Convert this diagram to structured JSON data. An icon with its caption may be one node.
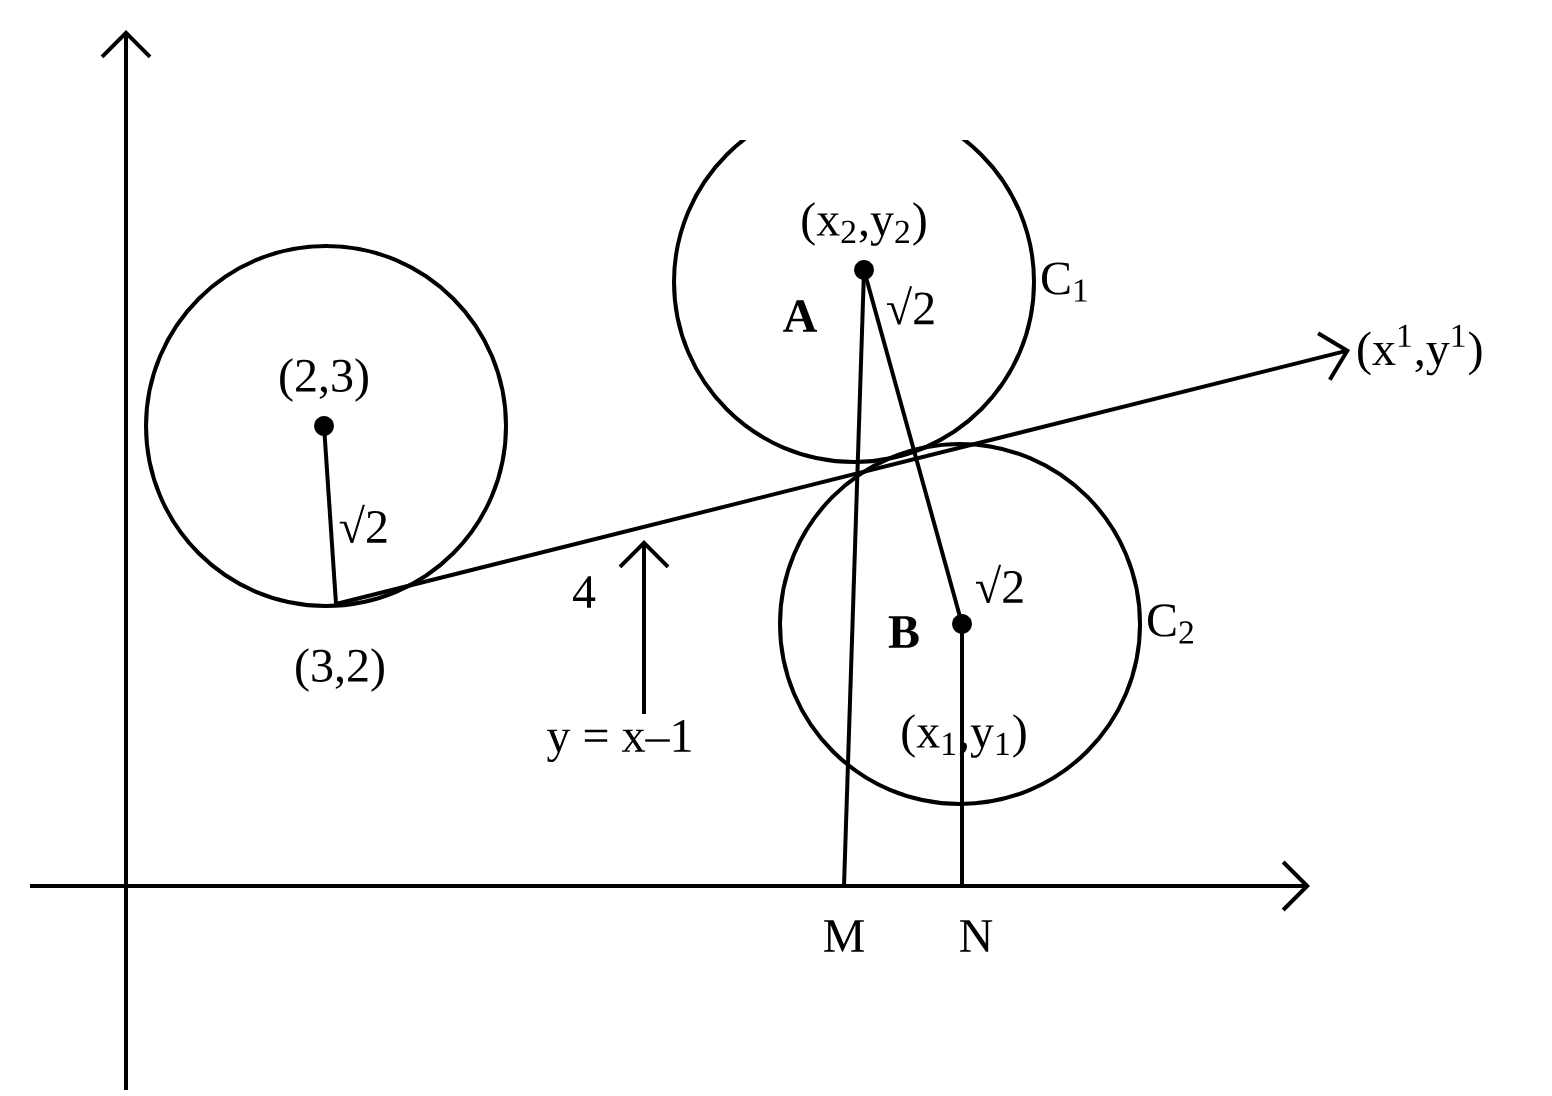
{
  "diagram": {
    "nodes": [
      {
        "text": [],
        "shape": "circle"
      },
      {
        "text": [
          "(2,3)"
        ],
        "in": 0
      },
      {
        "text": [
          "(3,2)"
        ]
      },
      {
        "text": [
          "C$_{1}$"
        ]
      },
      {
        "text": [
          "(x$_{2}$,y$_{2}$)",
          "A"
        ],
        "in": 3
      },
      {
        "text": [
          "C$_{2}$"
        ]
      },
      {
        "text": [
          "B",
          "(x$_{1}$,y$_{1}$)"
        ],
        "in": 5
      },
      {
        "text": [
          "M"
        ]
      },
      {
        "text": [
          "N"
        ]
      },
      {
        "text": [
          "(x$^{1}$,y$^{1}$)"
        ]
      },
      {
        "text": [
          "y = x–1"
        ],
        "beside": [
          "4"
        ]
      }
    ],
    "edges": [
      {
        "from": 1,
        "to": 2,
        "arrow": "none",
        "label": "√2"
      },
      {
        "from": 2,
        "to": 9,
        "arrow": "to"
      },
      {
        "from": 4,
        "to": 6,
        "arrow": "none",
        "label": "√2"
      },
      {
        "from": 4,
        "to": 7,
        "arrow": "none"
      },
      {
        "from": 6,
        "to": 8,
        "arrow": "none"
      },
      {
        "from": 10,
        "to": null,
        "arrow": "to"
      }
    ],
    "labels": [
      "√2"
    ]
  }
}
